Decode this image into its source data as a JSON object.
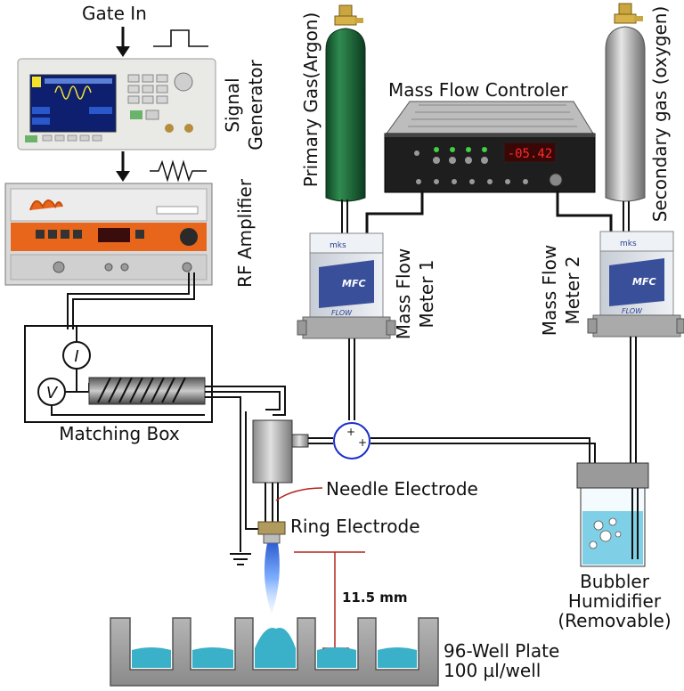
{
  "labels": {
    "gate_in": "Gate In",
    "signal_generator": [
      "Signal",
      "Generator"
    ],
    "rf_amplifier": "RF Amplifier",
    "primary_gas": "Primary Gas(Argon)",
    "secondary_gas": "Secondary gas (oxygen)",
    "mass_flow_controller": "Mass Flow Controler",
    "mass_flow_meter_1": [
      "Mass Flow",
      "Meter 1"
    ],
    "mass_flow_meter_2": [
      "Mass Flow",
      "Meter 2"
    ],
    "matching_box": "Matching Box",
    "needle_electrode": "Needle Electrode",
    "ring_electrode": "Ring Electrode",
    "distance": "11.5 mm",
    "bubbler": [
      "Bubbler",
      "Humidifier",
      "(Removable)"
    ],
    "well_plate": [
      "96-Well Plate",
      "100 µl/well"
    ],
    "current_symbol": "I",
    "voltage_symbol": "V",
    "controller_display": "-05.42",
    "mfc_brand": "mks",
    "mfc_label": "MFC",
    "mfc_flow": "FLOW"
  },
  "icons": {
    "signal_waveform": "square-pulse-icon",
    "resistor_waveform": "resistor-zigzag-icon",
    "ground": "ground-icon"
  },
  "colors": {
    "argon_cylinder": "#1f6b3a",
    "oxygen_cylinder": "#b8b8b8",
    "amplifier_orange": "#e8661c",
    "display_red": "#ff2a2a",
    "well_liquid": "#3bb0c9",
    "plasma_blue": "#6fa8ff",
    "junction_blue": "#1a2fc9",
    "needle_lead_red": "#b3261e"
  }
}
